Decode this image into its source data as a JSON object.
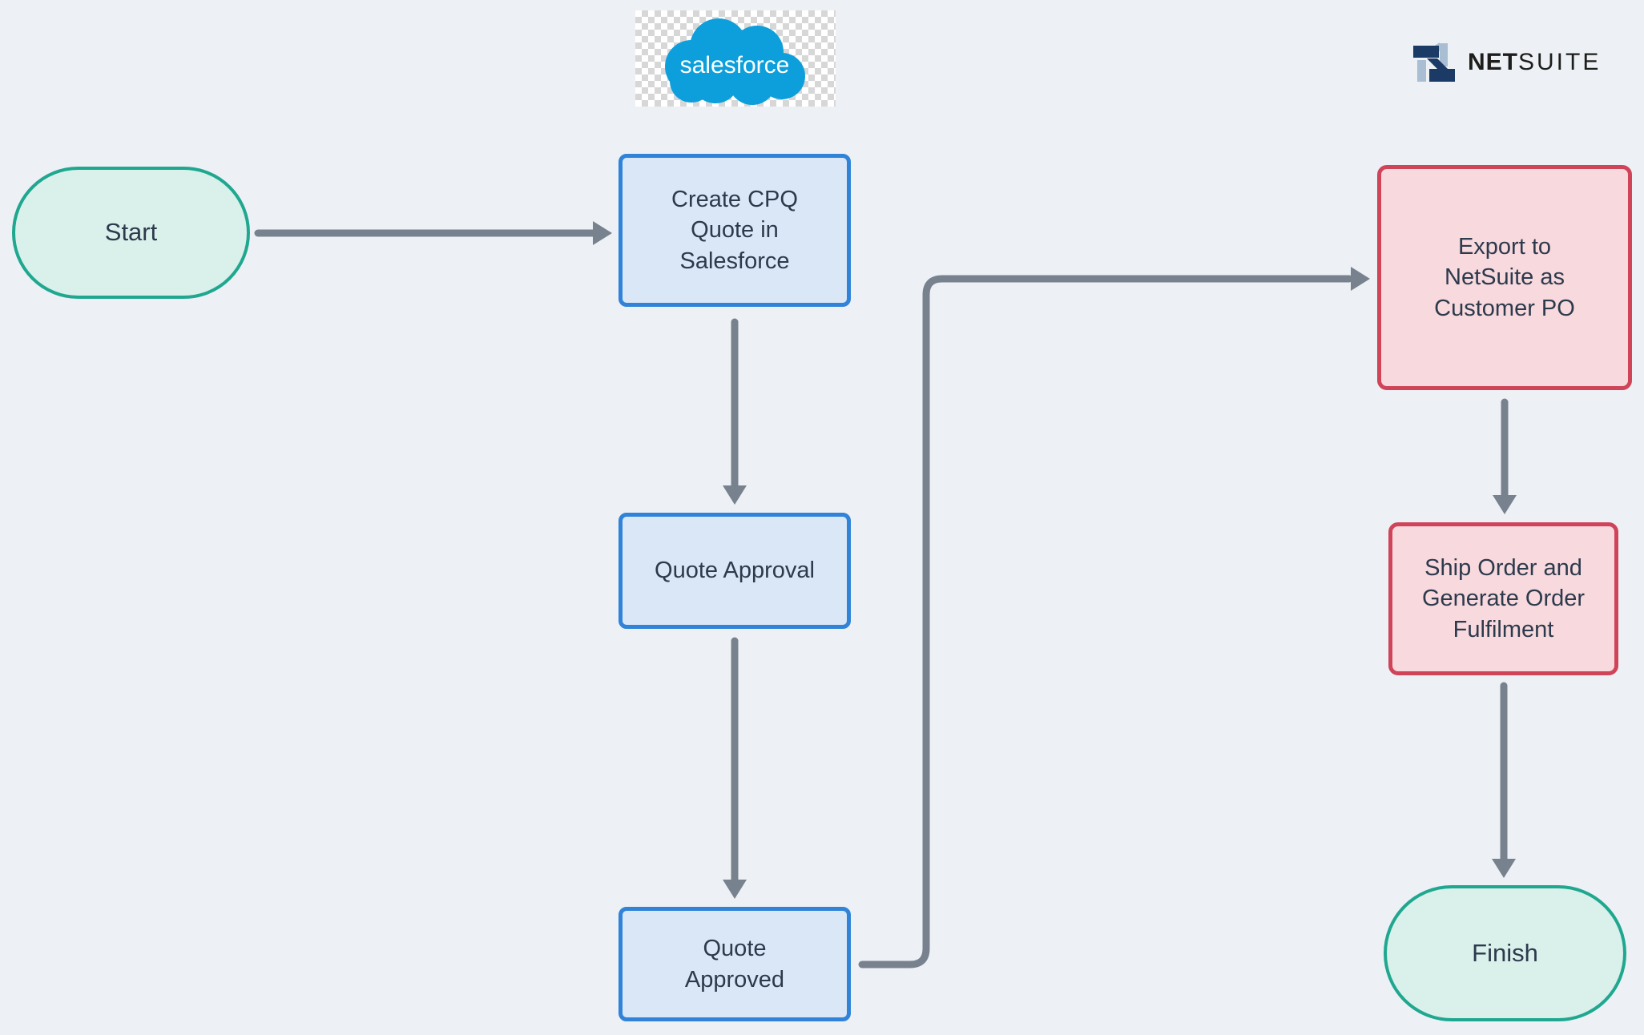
{
  "canvas": {
    "width": "2052",
    "height": "1292",
    "background": "#edf1f5"
  },
  "logos": {
    "salesforce": {
      "alt": "Salesforce logo",
      "wordmark": "salesforce",
      "cloud_color": "#00a1e0",
      "wordmark_color": "#ffffff"
    },
    "netsuite": {
      "alt": "NetSuite logo",
      "wordmark_bold": "NET",
      "wordmark_regular": "SUITE",
      "mark_navy": "#1b3a66",
      "mark_light_blue": "#a9bed2",
      "wordmark_color": "#1d1d1b"
    }
  },
  "flowchart": {
    "nodes": {
      "start": {
        "label": "Start",
        "shape": "pill",
        "fill": "#d9f0eb",
        "border": "#1fa78f"
      },
      "create_cpq_quote": {
        "label": "Create CPQ\nQuote in\nSalesforce",
        "shape": "rectangle",
        "fill": "#d9e7f7",
        "border": "#3083d8"
      },
      "quote_approval": {
        "label": "Quote Approval",
        "shape": "rectangle",
        "fill": "#d9e7f7",
        "border": "#3083d8"
      },
      "quote_approved": {
        "label": "Quote\nApproved",
        "shape": "rectangle",
        "fill": "#d9e7f7",
        "border": "#3083d8"
      },
      "export_to_netsuite": {
        "label": "Export to\nNetSuite as\nCustomer PO",
        "shape": "rectangle",
        "fill": "#f7d9de",
        "border": "#cf4459"
      },
      "ship_order": {
        "label": "Ship Order and\nGenerate Order\nFulfilment",
        "shape": "rectangle",
        "fill": "#f7d9de",
        "border": "#cf4459"
      },
      "finish": {
        "label": "Finish",
        "shape": "pill",
        "fill": "#d9f0eb",
        "border": "#1fa78f"
      }
    },
    "edges": [
      {
        "from": "start",
        "to": "create_cpq_quote"
      },
      {
        "from": "create_cpq_quote",
        "to": "quote_approval"
      },
      {
        "from": "quote_approval",
        "to": "quote_approved"
      },
      {
        "from": "quote_approved",
        "to": "export_to_netsuite"
      },
      {
        "from": "export_to_netsuite",
        "to": "ship_order"
      },
      {
        "from": "ship_order",
        "to": "finish"
      }
    ],
    "arrow_color": "#78828f",
    "text_color": "#2d3a4c"
  }
}
